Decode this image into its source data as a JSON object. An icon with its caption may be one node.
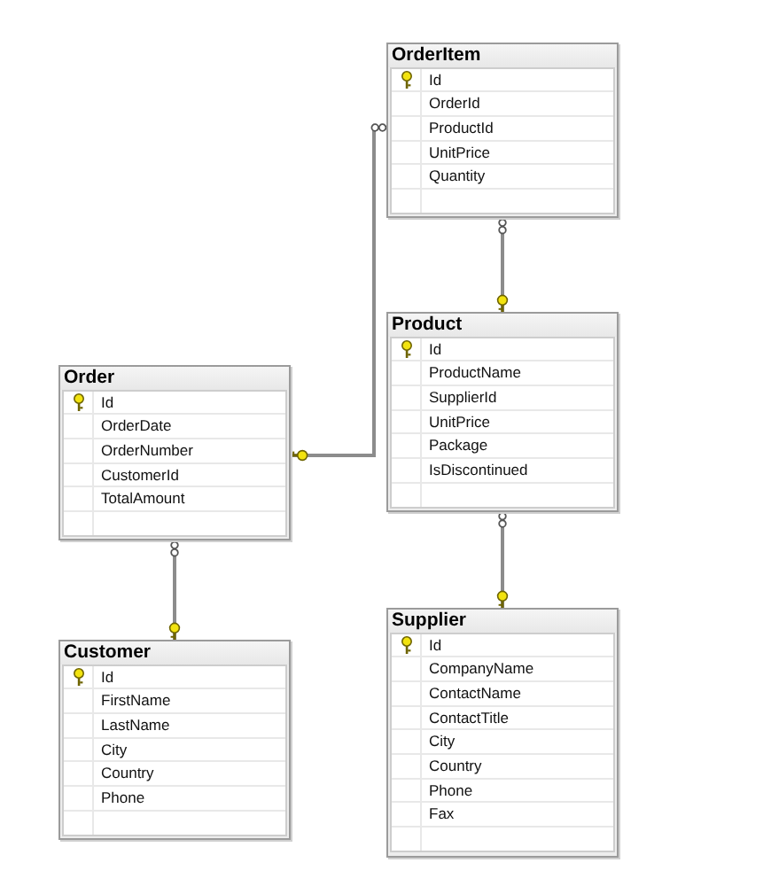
{
  "diagram": {
    "nodes": [
      {
        "text": [
          "OrderItem",
          "Id",
          "OrderId",
          "ProductId",
          "UnitPrice",
          "Quantity"
        ]
      },
      {
        "text": [
          "Product",
          "Id",
          "ProductName",
          "SupplierId",
          "UnitPrice",
          "Package",
          "IsDiscontinued"
        ]
      },
      {
        "text": [
          "Order",
          "Id",
          "OrderDate",
          "OrderNumber",
          "CustomerId",
          "TotalAmount"
        ]
      },
      {
        "text": [
          "Supplier",
          "Id",
          "CompanyName",
          "ContactName",
          "ContactTitle",
          "City",
          "Country",
          "Phone",
          "Fax"
        ]
      },
      {
        "text": [
          "Customer",
          "Id",
          "FirstName",
          "LastName",
          "City",
          "Country",
          "Phone"
        ]
      }
    ],
    "edges": [
      {
        "from": 0,
        "to": 2,
        "arrow": "other"
      },
      {
        "from": 0,
        "to": 1,
        "arrow": "other"
      },
      {
        "from": 1,
        "to": 3,
        "arrow": "other"
      },
      {
        "from": 2,
        "to": 4,
        "arrow": "other"
      }
    ]
  }
}
